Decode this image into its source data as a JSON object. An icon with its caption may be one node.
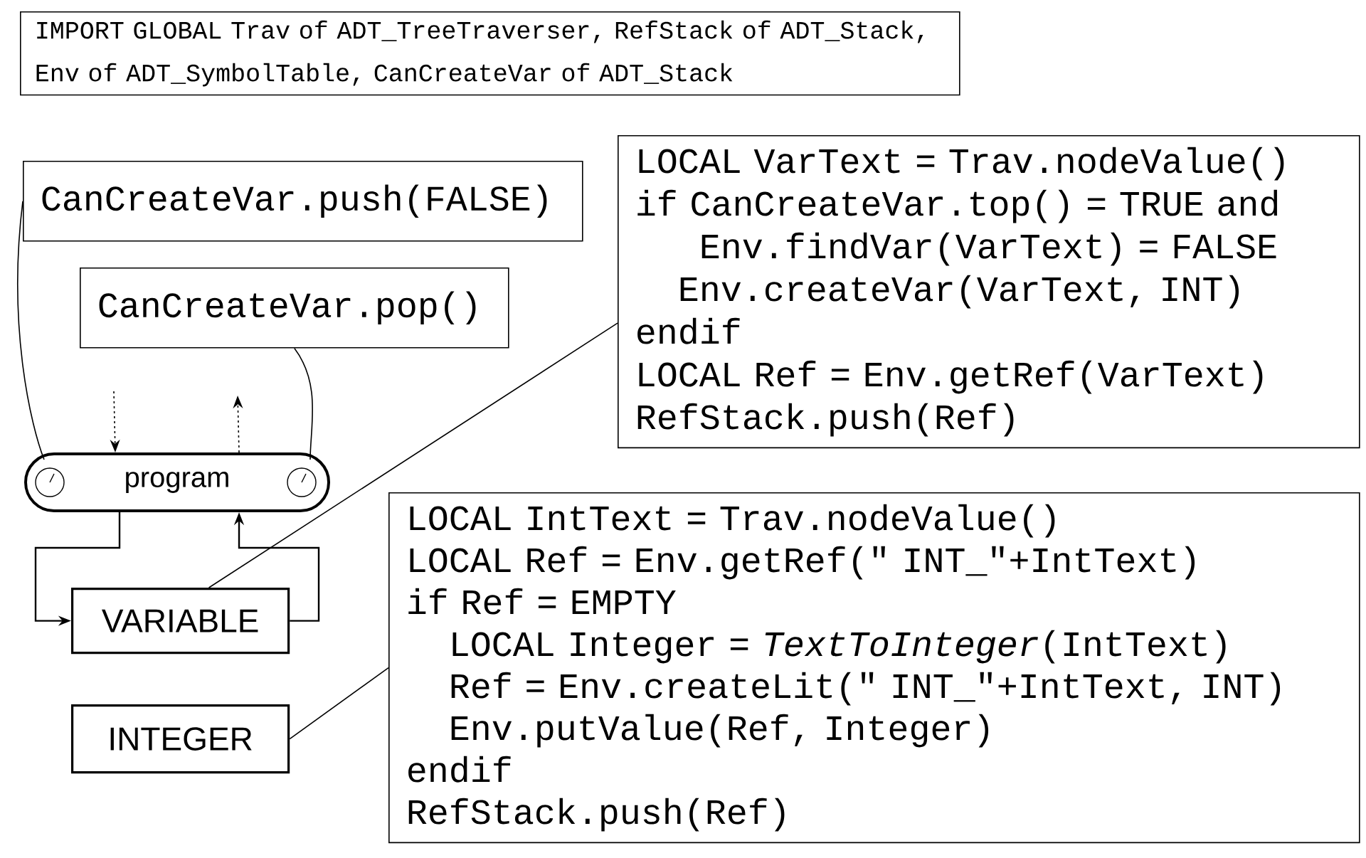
{
  "diagram": {
    "nodes": [
      {
        "text": [
          "IMPORT GLOBAL Trav of ADT_TreeTraverser, RefStack of ADT_Stack, Env of ADT_SymbolTable, CanCreateVar of ADT_Stack"
        ]
      },
      {
        "text": [
          "CanCreateVar.push(FALSE)"
        ]
      },
      {
        "text": [
          "CanCreateVar.pop()"
        ]
      },
      {
        "text": [
          "LOCAL VarText = Trav.nodeValue()",
          "if CanCreateVar.top() = TRUE and",
          "Env.findVar(VarText) = FALSE",
          "Env.createVar(VarText, INT)",
          "endif",
          "LOCAL Ref = Env.getRef(VarText)",
          "RefStack.push(Ref)"
        ]
      },
      {
        "text": [
          "program"
        ]
      },
      {
        "text": [
          "VARIABLE"
        ]
      },
      {
        "text": [
          "INTEGER"
        ]
      },
      {
        "text": [
          "LOCAL IntText = Trav.nodeValue()",
          "LOCAL Ref = Env.getRef(\" INT_\"+IntText)",
          "if Ref = EMPTY",
          "LOCAL Integer = *TextToInteger*(IntText)",
          "Ref = Env.createLit(\" INT_\"+IntText, INT)",
          "Env.putValue(Ref, Integer)",
          "endif",
          "RefStack.push(Ref)"
        ]
      }
    ],
    "edges": [
      {
        "from": 1,
        "to": 4,
        "arrow": "none"
      },
      {
        "from": 2,
        "to": 4,
        "arrow": "none"
      },
      {
        "from": null,
        "to": 4,
        "arrow": "to",
        "style": "dashed"
      },
      {
        "from": 4,
        "to": null,
        "arrow": "to",
        "style": "dashed"
      },
      {
        "from": 4,
        "to": 5,
        "arrow": "to"
      },
      {
        "from": 5,
        "to": 4,
        "arrow": "to"
      },
      {
        "from": 5,
        "to": 3,
        "arrow": "none"
      },
      {
        "from": 6,
        "to": 7,
        "arrow": "none"
      }
    ]
  }
}
